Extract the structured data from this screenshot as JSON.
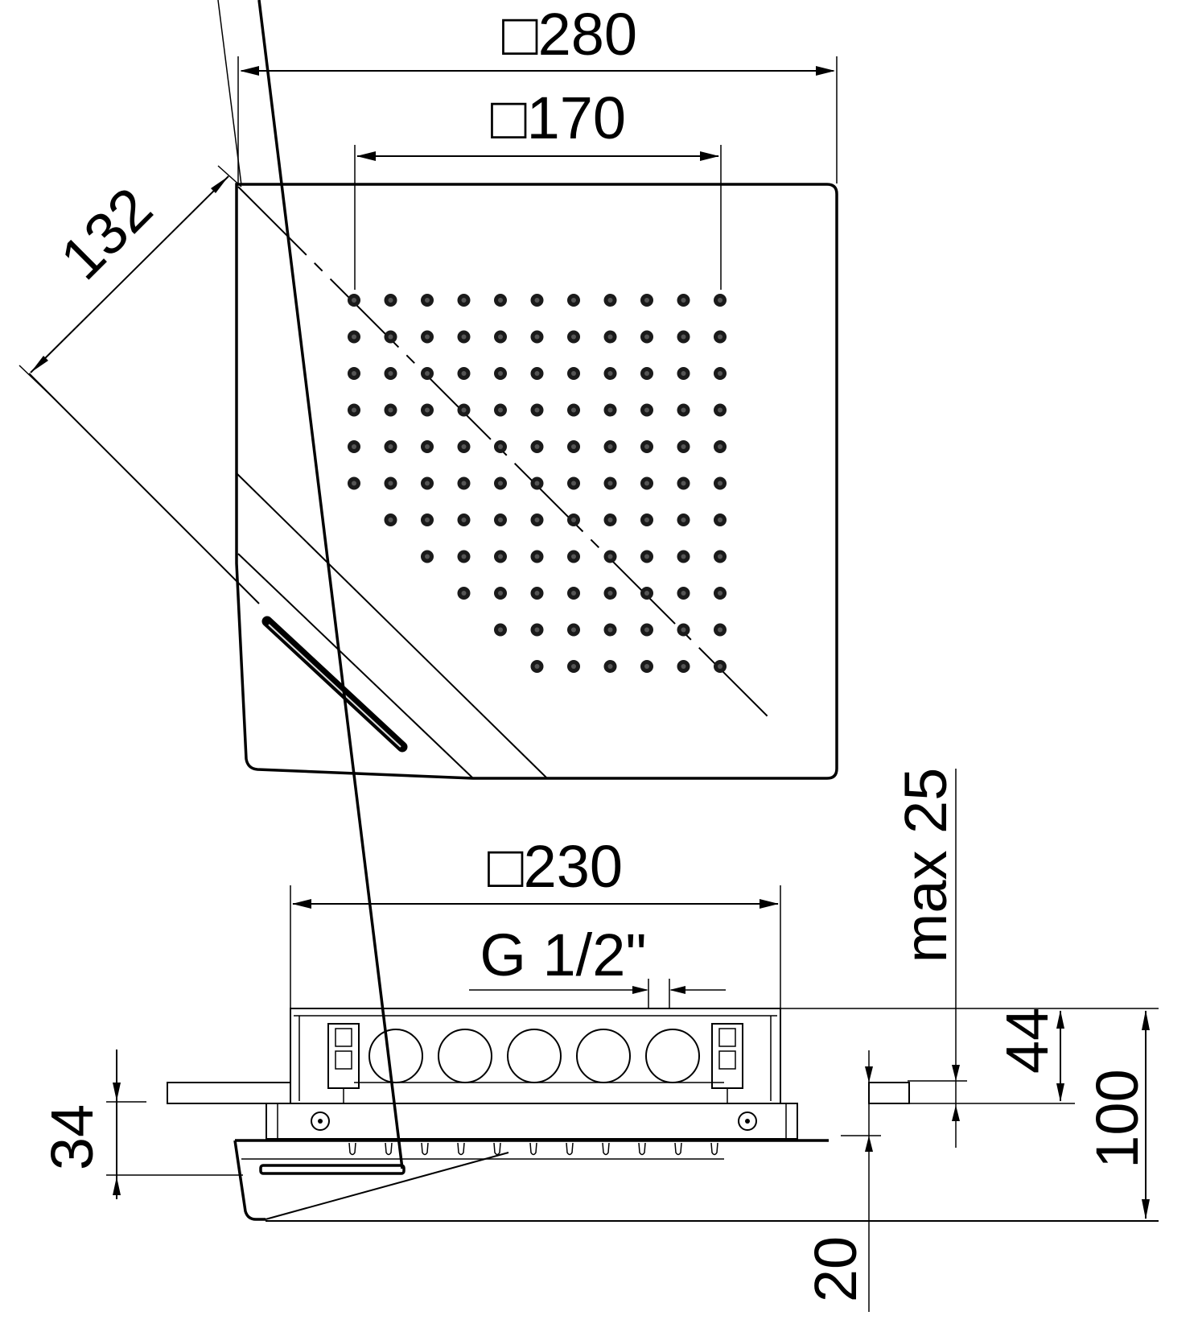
{
  "drawing": {
    "title": "Square shower head with side waterfall - dimensional drawing",
    "views": [
      "top-view",
      "side-view"
    ],
    "colors": {
      "line": "#000000",
      "background": "#ffffff",
      "nozzle": "#1a1a1a"
    }
  },
  "top_view": {
    "dimensions": {
      "overall_width": {
        "symbol": "square",
        "value": "280",
        "label": "□280"
      },
      "nozzle_field": {
        "symbol": "square",
        "value": "170",
        "label": "□170"
      },
      "diagonal_cut": {
        "value": "132",
        "label": "132"
      }
    },
    "nozzle_grid": {
      "columns": 11,
      "rows": 11,
      "row_counts": [
        11,
        11,
        11,
        11,
        11,
        11,
        10,
        9,
        8,
        7,
        6
      ],
      "pattern": "triangular cutoff at bottom-left corner along diagonal"
    }
  },
  "side_view": {
    "dimensions": {
      "box_width": {
        "symbol": "square",
        "value": "230",
        "label": "□230"
      },
      "thread": {
        "value": "G 1/2\"",
        "label": "G 1/2\""
      },
      "max_depth": {
        "value": "max 25",
        "label": "max 25"
      },
      "box_height": {
        "value": "44",
        "label": "44"
      },
      "total_height": {
        "value": "100",
        "label": "100"
      },
      "waterfall_height": {
        "value": "34",
        "label": "34"
      },
      "plate_offset": {
        "value": "20",
        "label": "20"
      }
    },
    "ports": 5,
    "screws": 2
  }
}
